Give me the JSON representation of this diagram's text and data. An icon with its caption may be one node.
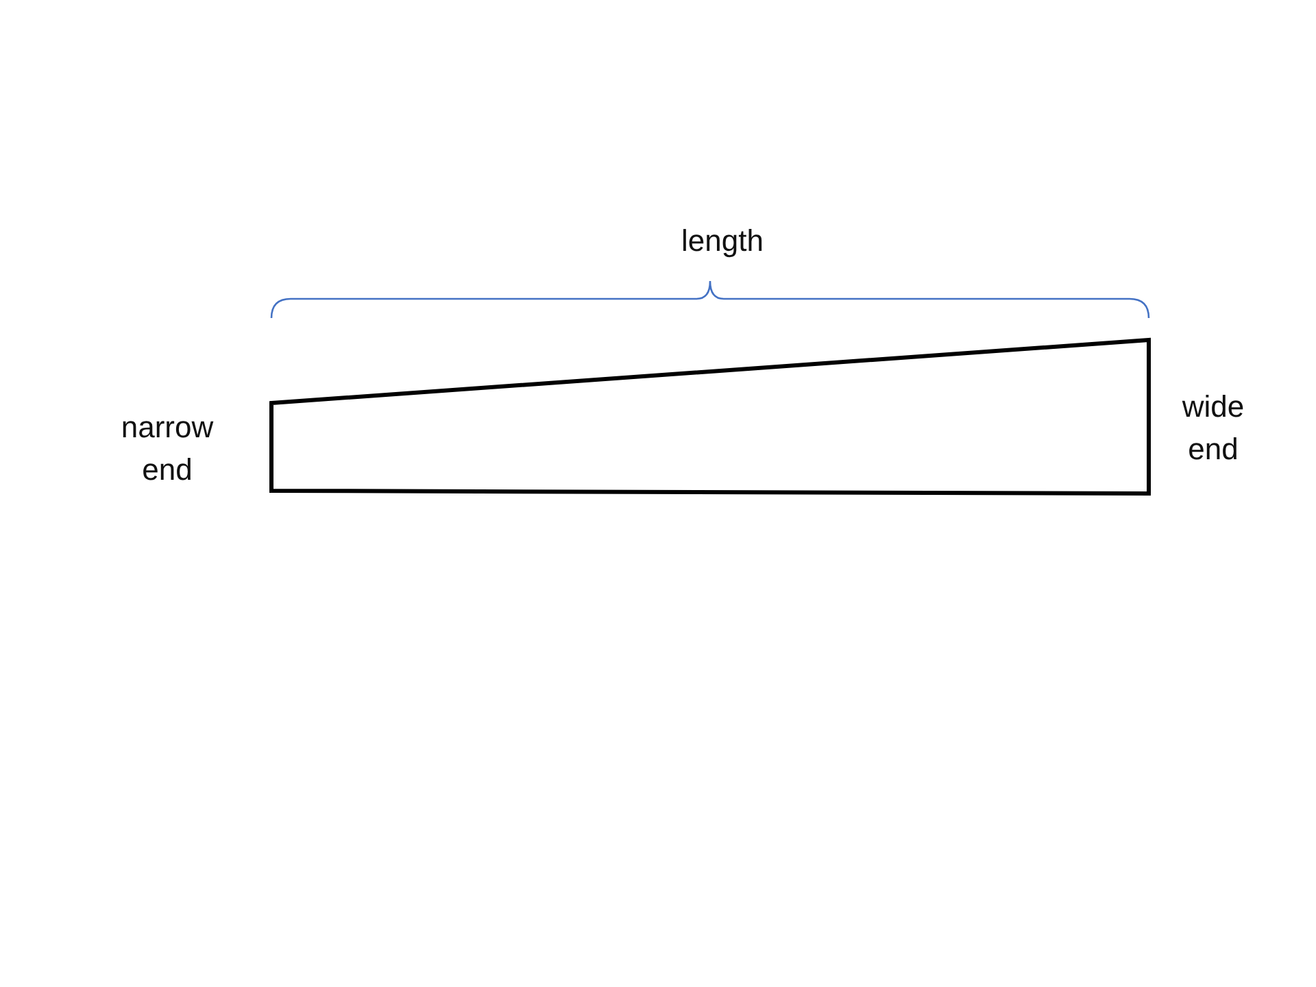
{
  "diagram": {
    "nodes": [
      {
        "text": [],
        "shape": "trapezoid"
      }
    ],
    "labels": [
      "length",
      "narrow end",
      "wide end"
    ]
  }
}
